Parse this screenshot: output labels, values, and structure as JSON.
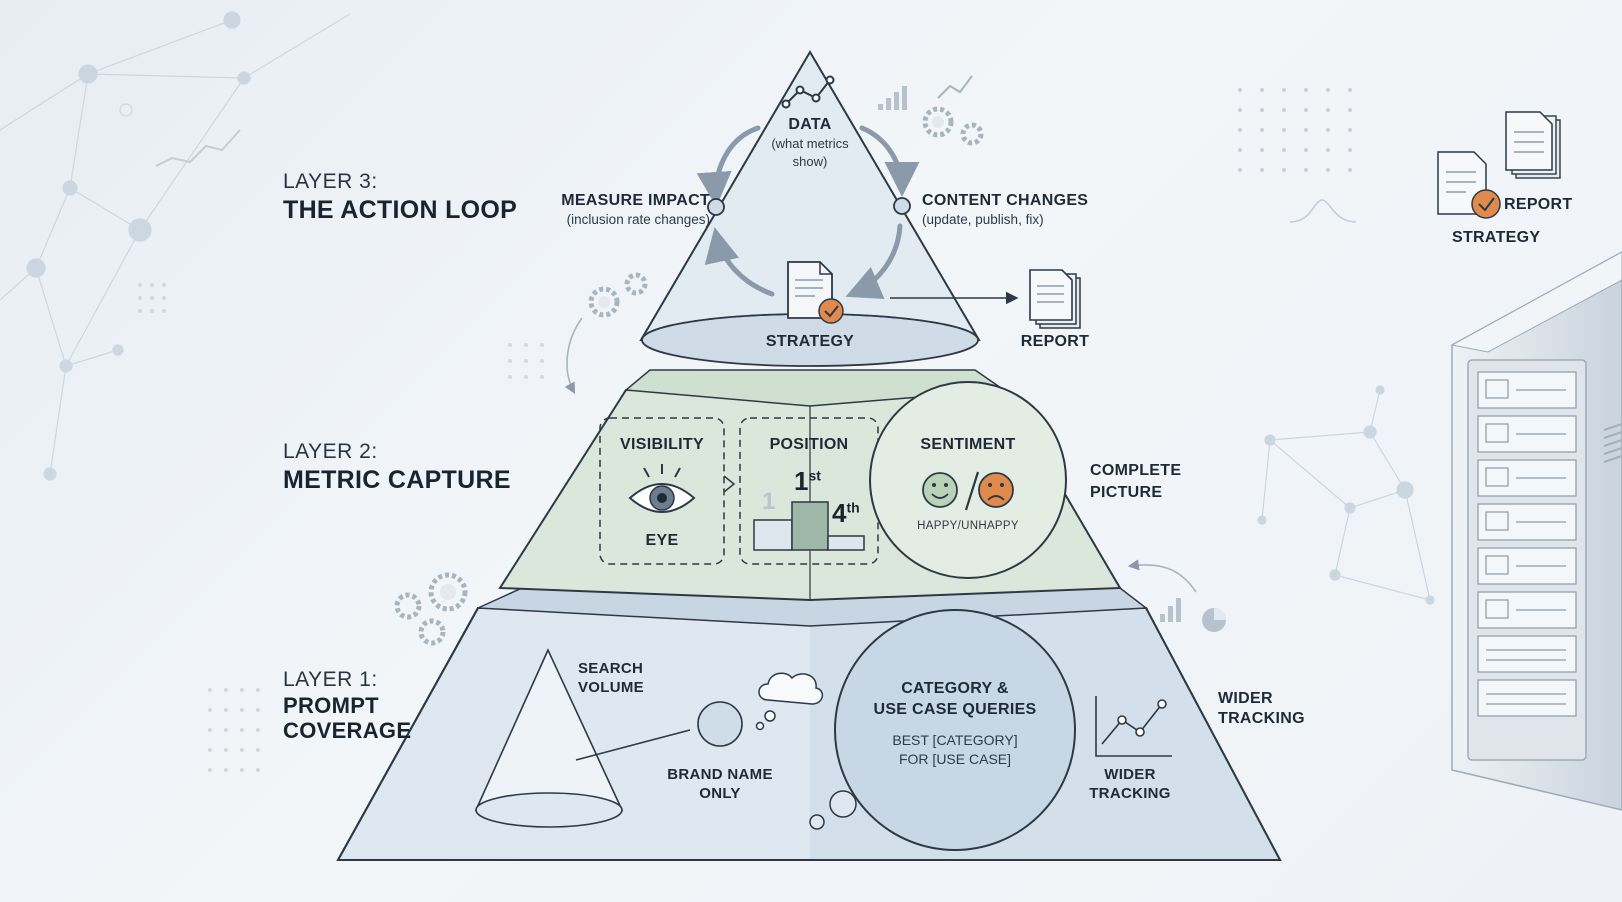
{
  "layer3": {
    "number": "LAYER 3:",
    "name": "THE ACTION LOOP",
    "data_label": "DATA",
    "data_note_1": "(what metrics",
    "data_note_2": "show)",
    "measure_label": "MEASURE IMPACT",
    "measure_note": "(inclusion rate changes)",
    "content_label": "CONTENT CHANGES",
    "content_note": "(update, publish, fix)",
    "strategy_label": "STRATEGY",
    "report_label": "REPORT"
  },
  "layer2": {
    "number": "LAYER 2:",
    "name": "METRIC CAPTURE",
    "visibility_label": "VISIBILITY",
    "eye_label": "EYE",
    "position_label": "POSITION",
    "pos_one": "1",
    "pos_first": "1",
    "pos_first_suffix": "st",
    "pos_fourth": "4",
    "pos_fourth_suffix": "th",
    "sentiment_label": "SENTIMENT",
    "sentiment_note": "HAPPY/UNHAPPY",
    "complete_1": "COMPLETE",
    "complete_2": "PICTURE"
  },
  "layer1": {
    "number": "LAYER 1:",
    "name_1": "PROMPT",
    "name_2": "COVERAGE",
    "search_1": "SEARCH",
    "search_2": "VOLUME",
    "brand_1": "BRAND NAME",
    "brand_2": "ONLY",
    "cat_1": "CATEGORY &",
    "cat_2": "USE CASE QUERIES",
    "cat_3": "BEST [CATEGORY]",
    "cat_4": "FOR [USE CASE]",
    "wider_inner_1": "WIDER",
    "wider_inner_2": "TRACKING",
    "wider_outer_1": "WIDER",
    "wider_outer_2": "TRACKING"
  },
  "corner": {
    "report_label": "REPORT",
    "strategy_label": "STRATEGY"
  },
  "colors": {
    "top_tier": "#e3ebf2",
    "mid_tier": "#dbe8dc",
    "bottom_tier": "#dde7ef",
    "outline": "#2d3945",
    "accent_orange": "#e08a4e",
    "arrow": "#8a9aab"
  },
  "icons": [
    "line-chart-icon",
    "gear-icon",
    "bar-chart-icon",
    "document-icon",
    "checkmark-icon",
    "eye-icon",
    "smiley-icon",
    "frown-icon",
    "cloud-icon",
    "server-icon",
    "network-icon"
  ]
}
